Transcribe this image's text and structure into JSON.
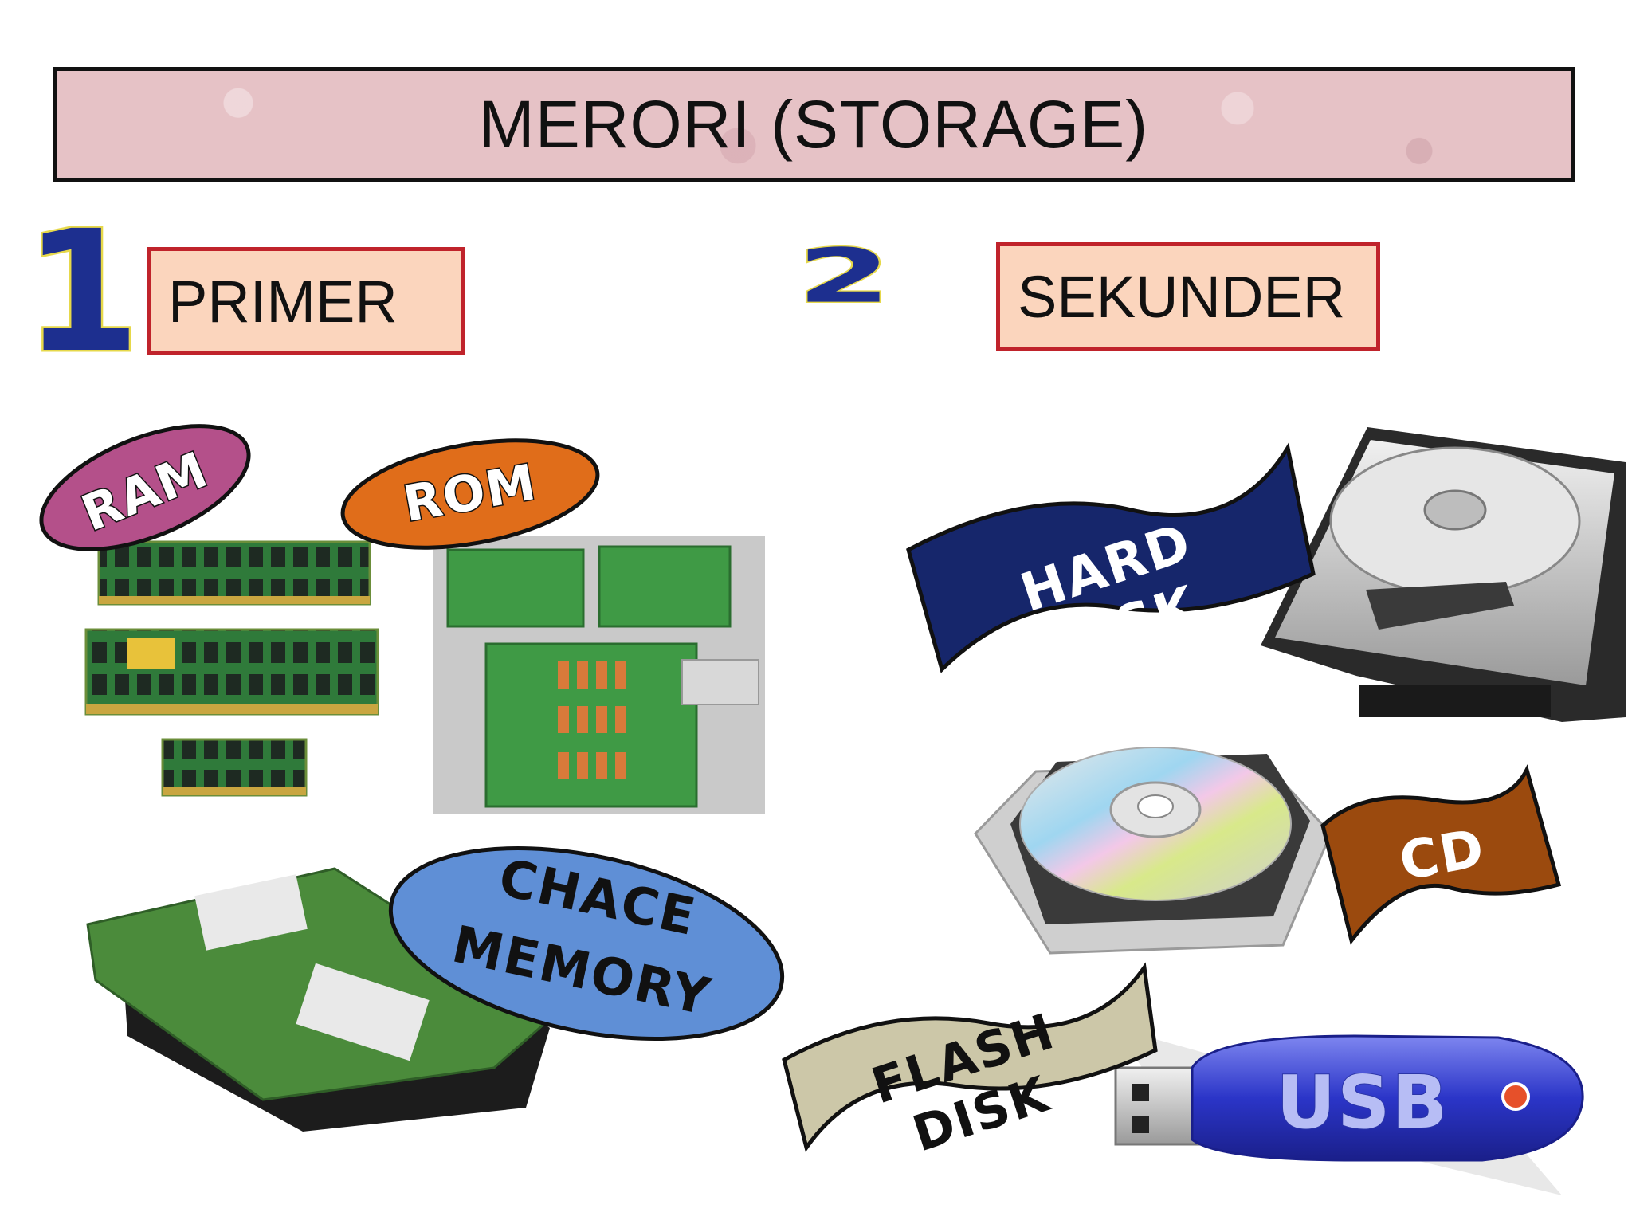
{
  "title": "MERORI (STORAGE)",
  "sections": {
    "primary": {
      "number": "1",
      "label": "PRIMER"
    },
    "secondary": {
      "number": "2",
      "label": "SEKUNDER"
    }
  },
  "tags": {
    "ram": "RAM",
    "rom": "ROM",
    "cache_line1": "CHACE",
    "cache_line2": "MEMORY",
    "hard_disk": "HARD DISK",
    "cd": "CD",
    "flash_disk": "FLASH DISK",
    "usb": "USB"
  },
  "colors": {
    "ram_tag": "#b4508a",
    "rom_tag": "#e06d1a",
    "cache_tag": "#5f8fd6",
    "hard_disk_tag": "#16266b",
    "cd_tag": "#9b4a0e",
    "flash_disk_tag": "#ccc7a8",
    "section_border": "#c0232b",
    "section_fill": "#fbd5bd",
    "title_fill": "#e6c2c6"
  }
}
